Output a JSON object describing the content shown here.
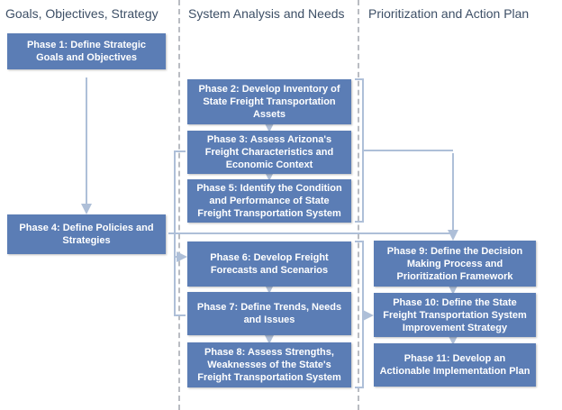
{
  "columns": [
    {
      "label": "Goals, Objectives, Strategy"
    },
    {
      "label": "System Analysis and Needs"
    },
    {
      "label": "Prioritization and Action Plan"
    }
  ],
  "phases": {
    "p1": "Phase 1: Define Strategic Goals and Objectives",
    "p2": "Phase 2: Develop Inventory of State Freight Transportation Assets",
    "p3": "Phase 3: Assess Arizona's Freight Characteristics and Economic Context",
    "p4": "Phase 4: Define Policies and Strategies",
    "p5": "Phase 5: Identify the Condition and Performance of State Freight Transportation System",
    "p6": "Phase 6: Develop Freight Forecasts and Scenarios",
    "p7": "Phase 7: Define Trends, Needs and Issues",
    "p8": "Phase 8: Assess Strengths, Weaknesses of the State's Freight Transportation System",
    "p9": "Phase 9: Define  the Decision Making Process and Prioritization Framework",
    "p10": "Phase 10: Define the State Freight Transportation System Improvement Strategy",
    "p11": "Phase 11: Develop an Actionable Implementation Plan"
  },
  "colors": {
    "box_fill": "#5b7db5",
    "connector": "#aebfd8",
    "divider": "#b9bcc2",
    "header_text": "#3d4f66"
  }
}
